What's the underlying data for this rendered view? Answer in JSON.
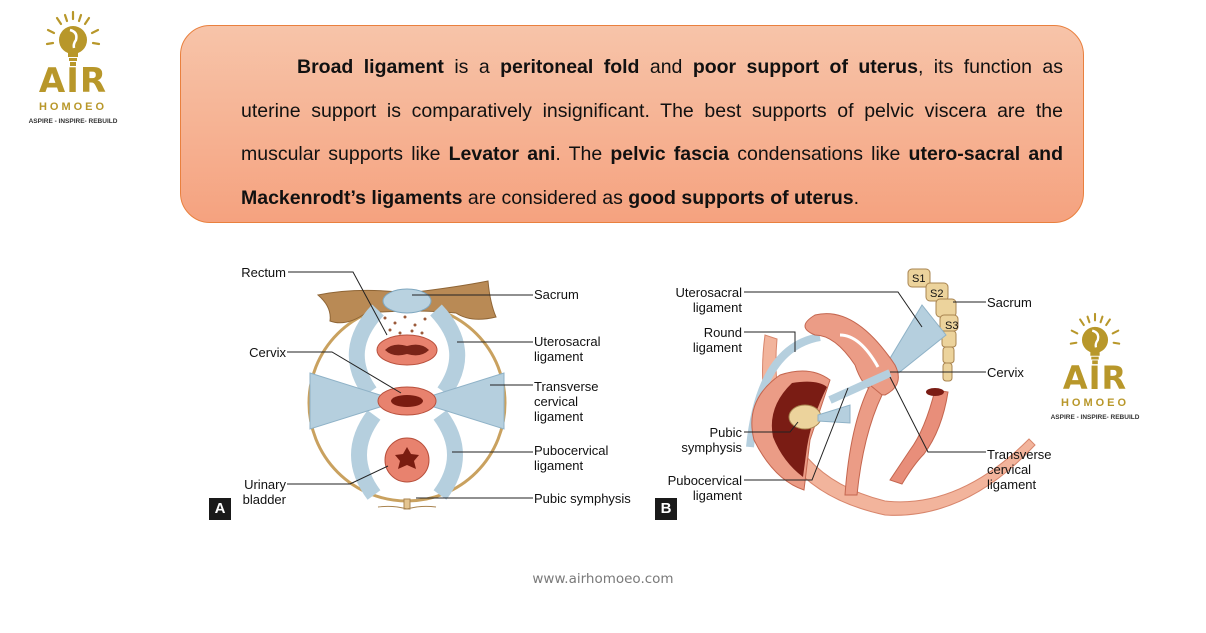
{
  "logo": {
    "brand": "AIR",
    "sub": "HOMOEO",
    "tagline": "ASPIRE - INSPIRE- REBUILD",
    "color": "#b8972a"
  },
  "note": {
    "segments": [
      {
        "t": "Broad ligament",
        "b": true
      },
      {
        "t": " is a ",
        "b": false
      },
      {
        "t": "peritoneal fold",
        "b": true
      },
      {
        "t": " and ",
        "b": false
      },
      {
        "t": "poor support of uterus",
        "b": true
      },
      {
        "t": ", its function as uterine support is comparatively insignificant. The best supports of pelvic viscera are the muscular supports like ",
        "b": false
      },
      {
        "t": "Levator ani",
        "b": true
      },
      {
        "t": ".  The ",
        "b": false
      },
      {
        "t": "pelvic fascia",
        "b": true
      },
      {
        "t": " condensations like ",
        "b": false
      },
      {
        "t": "utero-sacral and Mackenrodt’s ligaments",
        "b": true
      },
      {
        "t": " are considered as ",
        "b": false
      },
      {
        "t": "good supports of uterus",
        "b": true
      },
      {
        "t": ".",
        "b": false
      }
    ],
    "bg_top": "#f7c4a9",
    "bg_bottom": "#f5a27f",
    "border": "#e9803e"
  },
  "figure_a": {
    "panel": "A",
    "labels": {
      "rectum": "Rectum",
      "cervix": "Cervix",
      "urinary_bladder": [
        "Urinary",
        "bladder"
      ],
      "sacrum": "Sacrum",
      "uterosacral": [
        "Uterosacral",
        "ligament"
      ],
      "transverse": [
        "Transverse",
        "cervical",
        "ligament"
      ],
      "pubocervical": [
        "Pubocervical",
        "ligament"
      ],
      "pubic_symphysis": "Pubic symphysis"
    }
  },
  "figure_b": {
    "panel": "B",
    "labels": {
      "uterosacral": [
        "Uterosacral",
        "ligament"
      ],
      "round": [
        "Round",
        "ligament"
      ],
      "pubic_symphysis": [
        "Pubic",
        "symphysis"
      ],
      "pubocervical": [
        "Pubocervical",
        "ligament"
      ],
      "sacrum": "Sacrum",
      "cervix": "Cervix",
      "transverse": [
        "Transverse",
        "cervical",
        "ligament"
      ],
      "s1": "S1",
      "s2": "S2",
      "s3": "S3"
    }
  },
  "footer": {
    "url": "www.airhomoeo.com"
  }
}
